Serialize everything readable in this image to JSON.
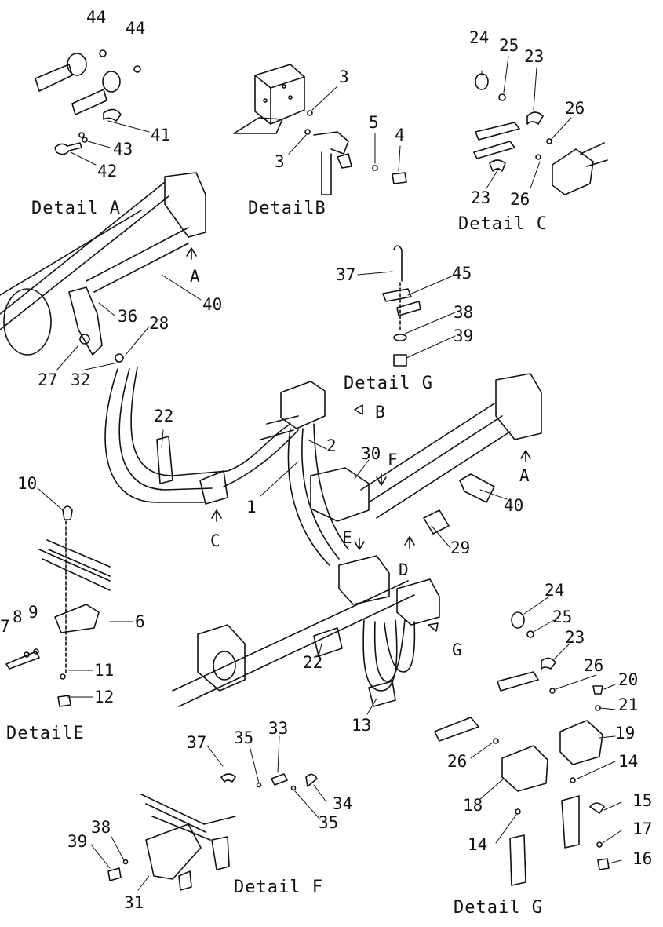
{
  "captions": {
    "detail_a": "Detail A",
    "detail_b": "DetailB",
    "detail_c": "Detail C",
    "detail_g_upper": "Detail G",
    "detail_e": "DetailE",
    "detail_f": "Detail F",
    "detail_g_lower": "Detail G"
  },
  "view_arrows": {
    "a_left": "A",
    "a_right": "A",
    "b": "B",
    "c": "C",
    "d": "D",
    "e": "E",
    "f": "F",
    "g": "G"
  },
  "part_numbers": {
    "p44a": "44",
    "p44b": "44",
    "p41": "41",
    "p43": "43",
    "p42": "42",
    "p3a": "3",
    "p3b": "3",
    "p5": "5",
    "p4": "4",
    "p24a": "24",
    "p25a": "25",
    "p23a": "23",
    "p26a": "26",
    "p23b": "23",
    "p26b": "26",
    "p37a": "37",
    "p45": "45",
    "p38a": "38",
    "p39a": "39",
    "p40a": "40",
    "p36": "36",
    "p28": "28",
    "p27": "27",
    "p32": "32",
    "p22a": "22",
    "p2": "2",
    "p30": "30",
    "p1": "1",
    "p40b": "40",
    "p29": "29",
    "p22b": "22",
    "p13": "13",
    "p10": "10",
    "p7": "7",
    "p8": "8",
    "p9": "9",
    "p6": "6",
    "p11": "11",
    "p12": "12",
    "p37b": "37",
    "p35a": "35",
    "p33": "33",
    "p34": "34",
    "p35b": "35",
    "p31": "31",
    "p38b": "38",
    "p39b": "39",
    "p24b": "24",
    "p25b": "25",
    "p23c": "23",
    "p26c": "26",
    "p20": "20",
    "p21": "21",
    "p19": "19",
    "p14a": "14",
    "p26d": "26",
    "p18": "18",
    "p15": "15",
    "p17": "17",
    "p14b": "14",
    "p16": "16"
  }
}
